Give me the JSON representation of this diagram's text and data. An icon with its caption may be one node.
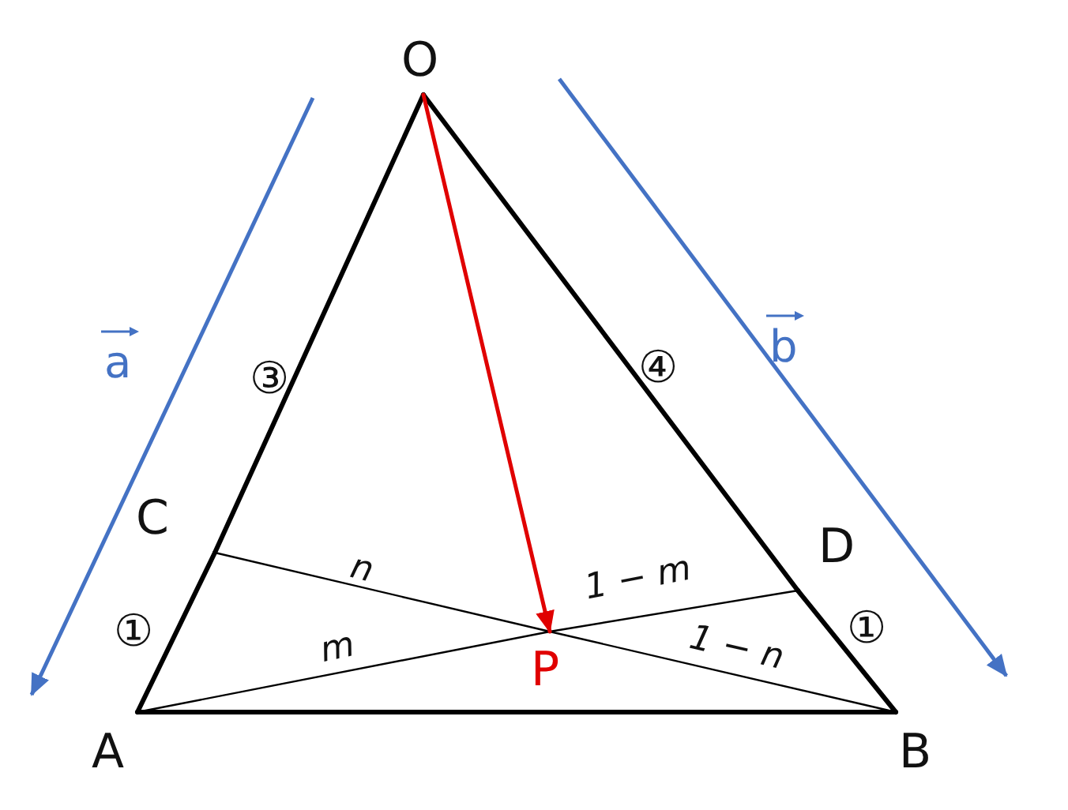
{
  "diagram": {
    "nodes": [
      {
        "text": [
          "O"
        ]
      },
      {
        "text": [
          "A"
        ]
      },
      {
        "text": [
          "B"
        ]
      },
      {
        "text": [
          "C"
        ]
      },
      {
        "text": [
          "D"
        ]
      },
      {
        "text": [
          "P"
        ]
      }
    ],
    "edges": [
      {
        "from": 0,
        "to": 3,
        "arrow": "none",
        "label": "③"
      },
      {
        "from": 3,
        "to": 1,
        "arrow": "none",
        "label": "①"
      },
      {
        "from": 0,
        "to": 4,
        "arrow": "none",
        "label": "④"
      },
      {
        "from": 4,
        "to": 2,
        "arrow": "none",
        "label": "①"
      },
      {
        "from": 1,
        "to": 2,
        "arrow": "none"
      },
      {
        "from": 3,
        "to": 5,
        "arrow": "none",
        "label": "n"
      },
      {
        "from": 5,
        "to": 2,
        "arrow": "none",
        "label": "1 − n"
      },
      {
        "from": 1,
        "to": 5,
        "arrow": "none",
        "label": "m"
      },
      {
        "from": 5,
        "to": 4,
        "arrow": "none",
        "label": "1 − m"
      },
      {
        "from": 0,
        "to": 5,
        "arrow": "to",
        "color": "#e00000"
      }
    ],
    "labels": [
      "a",
      "b"
    ]
  }
}
